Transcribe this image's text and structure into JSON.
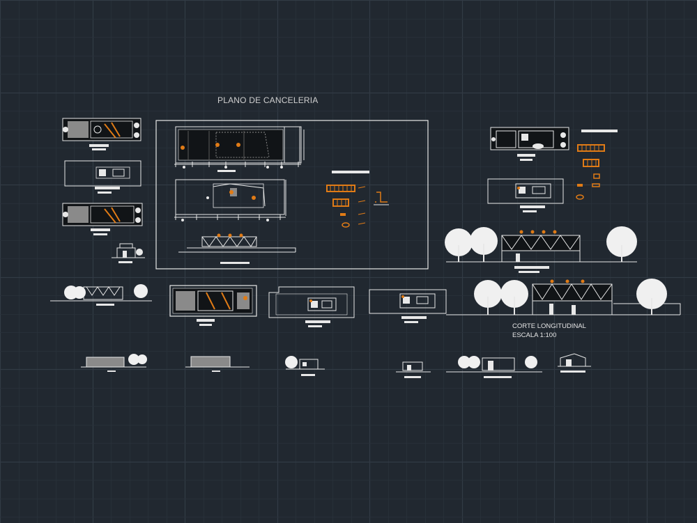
{
  "viewport": {
    "background": "#212830",
    "grid_minor": "#2a323b",
    "grid_major": "#323b45"
  },
  "colors": {
    "line": "#e8e8e8",
    "accent": "#e07b16",
    "dark": "#12161b"
  },
  "labels": {
    "sheet_title": "PLANO DE CANCELERIA",
    "section_title": "CORTE LONGITUDINAL",
    "section_scale": "ESCALA 1:100"
  }
}
